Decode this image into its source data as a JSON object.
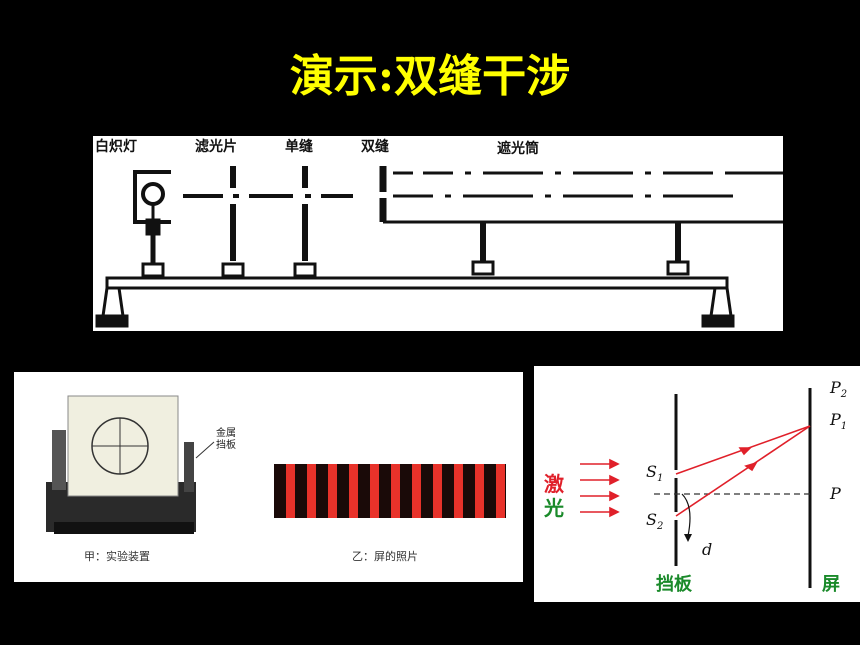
{
  "title": "演示:双缝干涉",
  "apparatus": {
    "labels": [
      "白炽灯",
      "滤光片",
      "单缝",
      "双缝",
      "遮光筒"
    ]
  },
  "photo": {
    "callout_line1": "金属",
    "callout_line2": "挡板",
    "caption_left": "甲：实验装置",
    "caption_right": "乙：屏的照片",
    "fringe_colors": [
      "#1a0a08",
      "#e8322a"
    ]
  },
  "schematic": {
    "laser_line1": "激",
    "laser_line2": "光",
    "s1": "S",
    "s1_sub": "1",
    "s2": "S",
    "s2_sub": "2",
    "d": "d",
    "p": "P",
    "p1": "P",
    "p1_sub": "1",
    "p2": "P",
    "p2_sub": "2",
    "barrier_label": "挡板",
    "screen_label": "屏",
    "ray_color": "#e0202a",
    "label_color": "#1a8a2a"
  }
}
